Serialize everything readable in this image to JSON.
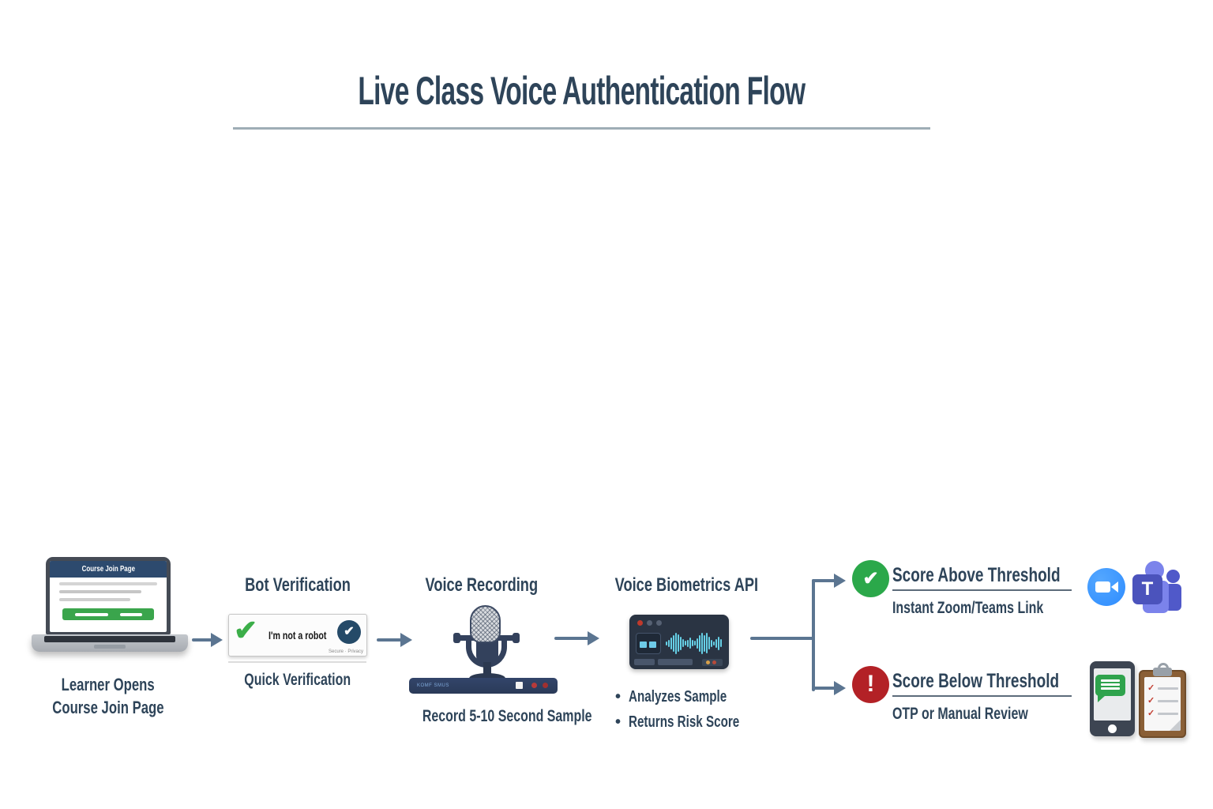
{
  "title": "Live Class Voice Authentication Flow",
  "colors": {
    "navy": "#2e4459",
    "arrow": "#5b7591",
    "divider": "#9fadb6",
    "success-green": "#2ba84a",
    "failure-red": "#b32126",
    "captcha-green": "#3cae49",
    "captcha-badge-navy": "#254a68",
    "mic-navy": "#33415c",
    "panel-dark": "#2a3443",
    "waveform-cyan": "#66d0e6",
    "zoom-blue": "#2d8cff",
    "teams-dark": "#4b53bc",
    "teams-mid": "#5059c9",
    "teams-light": "#7b83eb",
    "sms-green": "#2fa34d",
    "clipboard-brown": "#8a5f36",
    "screen-header-navy": "#2d4a6e",
    "button-green": "#3aa54c"
  },
  "steps": {
    "learner": {
      "screen_title": "Course Join Page",
      "caption_line1": "Learner Opens",
      "caption_line2": "Course Join Page"
    },
    "bot_verification": {
      "heading": "Bot Verification",
      "captcha_label": "I'm not a robot",
      "captcha_fine_print": "Secure · Privacy",
      "caption": "Quick Verification"
    },
    "voice_recording": {
      "heading": "Voice Recording",
      "recorder_label": "KOMF SMUS",
      "caption": "Record 5-10 Second Sample"
    },
    "biometrics_api": {
      "heading": "Voice Biometrics API",
      "bullet_marker": "•",
      "bullets": [
        "Analyzes Sample",
        "Returns Risk Score"
      ],
      "waveform_bar_heights": [
        5,
        9,
        15,
        21,
        27,
        22,
        17,
        10,
        6,
        9,
        14,
        8,
        6,
        13,
        21,
        27,
        21,
        26,
        16,
        9,
        5,
        11,
        17,
        10
      ]
    }
  },
  "outcomes": {
    "success": {
      "icon": "check-circle",
      "heading": "Score Above Threshold",
      "caption": "Instant Zoom/Teams Link",
      "app_icons": [
        "zoom-icon",
        "teams-icon"
      ],
      "teams_letter": "T"
    },
    "failure": {
      "icon": "alert-circle",
      "heading": "Score Below Threshold",
      "caption": "OTP or Manual Review",
      "app_icons": [
        "sms-phone-icon",
        "review-clipboard-icon"
      ]
    }
  },
  "glyphs": {
    "check": "✔",
    "small_check": "✓",
    "exclamation": "!"
  }
}
